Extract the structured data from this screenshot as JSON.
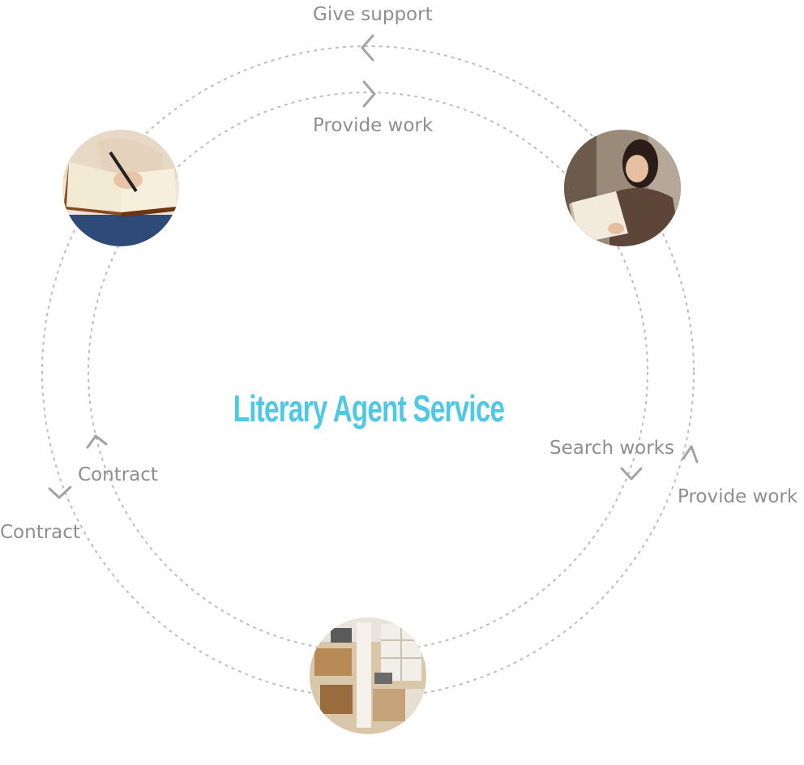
{
  "title": "Literary Agent Service",
  "colors": {
    "title": "#4fc8e6",
    "ring": "#bdbdbd",
    "label": "#8e8e8e",
    "arrow": "#a3a3a3"
  },
  "nodes": [
    {
      "id": "writer",
      "image": "photo: person writing in a notebook"
    },
    {
      "id": "reader",
      "image": "photo: woman reading a book"
    },
    {
      "id": "agency",
      "image": "photo: office seen from above"
    }
  ],
  "labels": {
    "give_support": "Give support",
    "provide_work_top": "Provide work",
    "search_works": "Search works",
    "provide_work_right": "Provide work",
    "contract_inner": "Contract",
    "contract_outer": "Contract"
  }
}
